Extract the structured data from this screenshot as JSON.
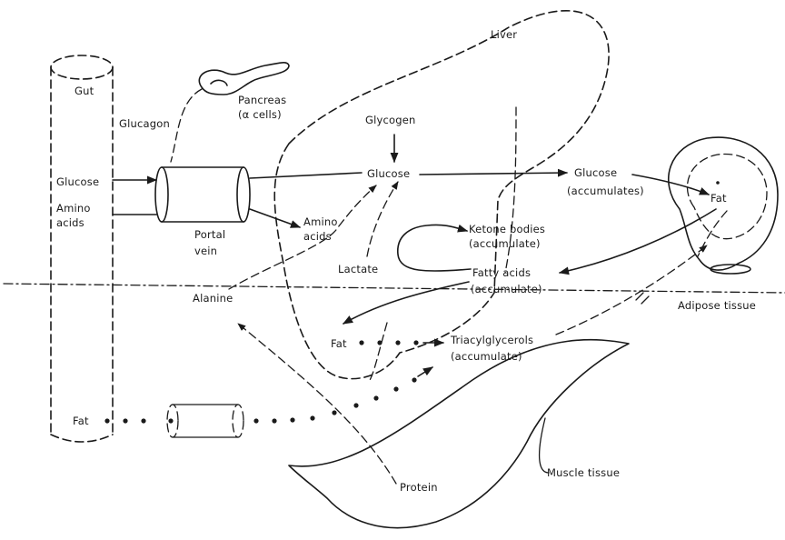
{
  "labels": {
    "liver": "Liver",
    "gut": "Gut",
    "pancreas": "Pancreas",
    "alpha_cells": "(α cells)",
    "glucagon_gut": "Glucagon",
    "glucose_gut": "Glucose",
    "amino_line1": "Amino",
    "amino_line2": "acids",
    "portal_line1": "Portal",
    "portal_line2": "vein",
    "glycogen": "Glycogen",
    "glucose_liver": "Glucose",
    "amino_liver_line1": "Amino",
    "amino_liver_line2": "acids",
    "lactate": "Lactate",
    "ketone_line1": "Ketone bodies",
    "ketone_line2": "(accumulate)",
    "glucose_blood_line1": "Glucose",
    "glucose_blood_line2": "(accumulates)",
    "fat_adipose": "Fat",
    "fatty_line1": "Fatty acids",
    "fatty_line2": "(accumulate)",
    "adipose_tissue": "Adipose tissue",
    "alanine": "Alanine",
    "fat_liver": "Fat",
    "triacyl_line1": "Triacylglycerols",
    "triacyl_line2": "(accumulate)",
    "fat_gut": "Fat",
    "muscle_tissue": "Muscle tissue",
    "protein": "Protein"
  }
}
